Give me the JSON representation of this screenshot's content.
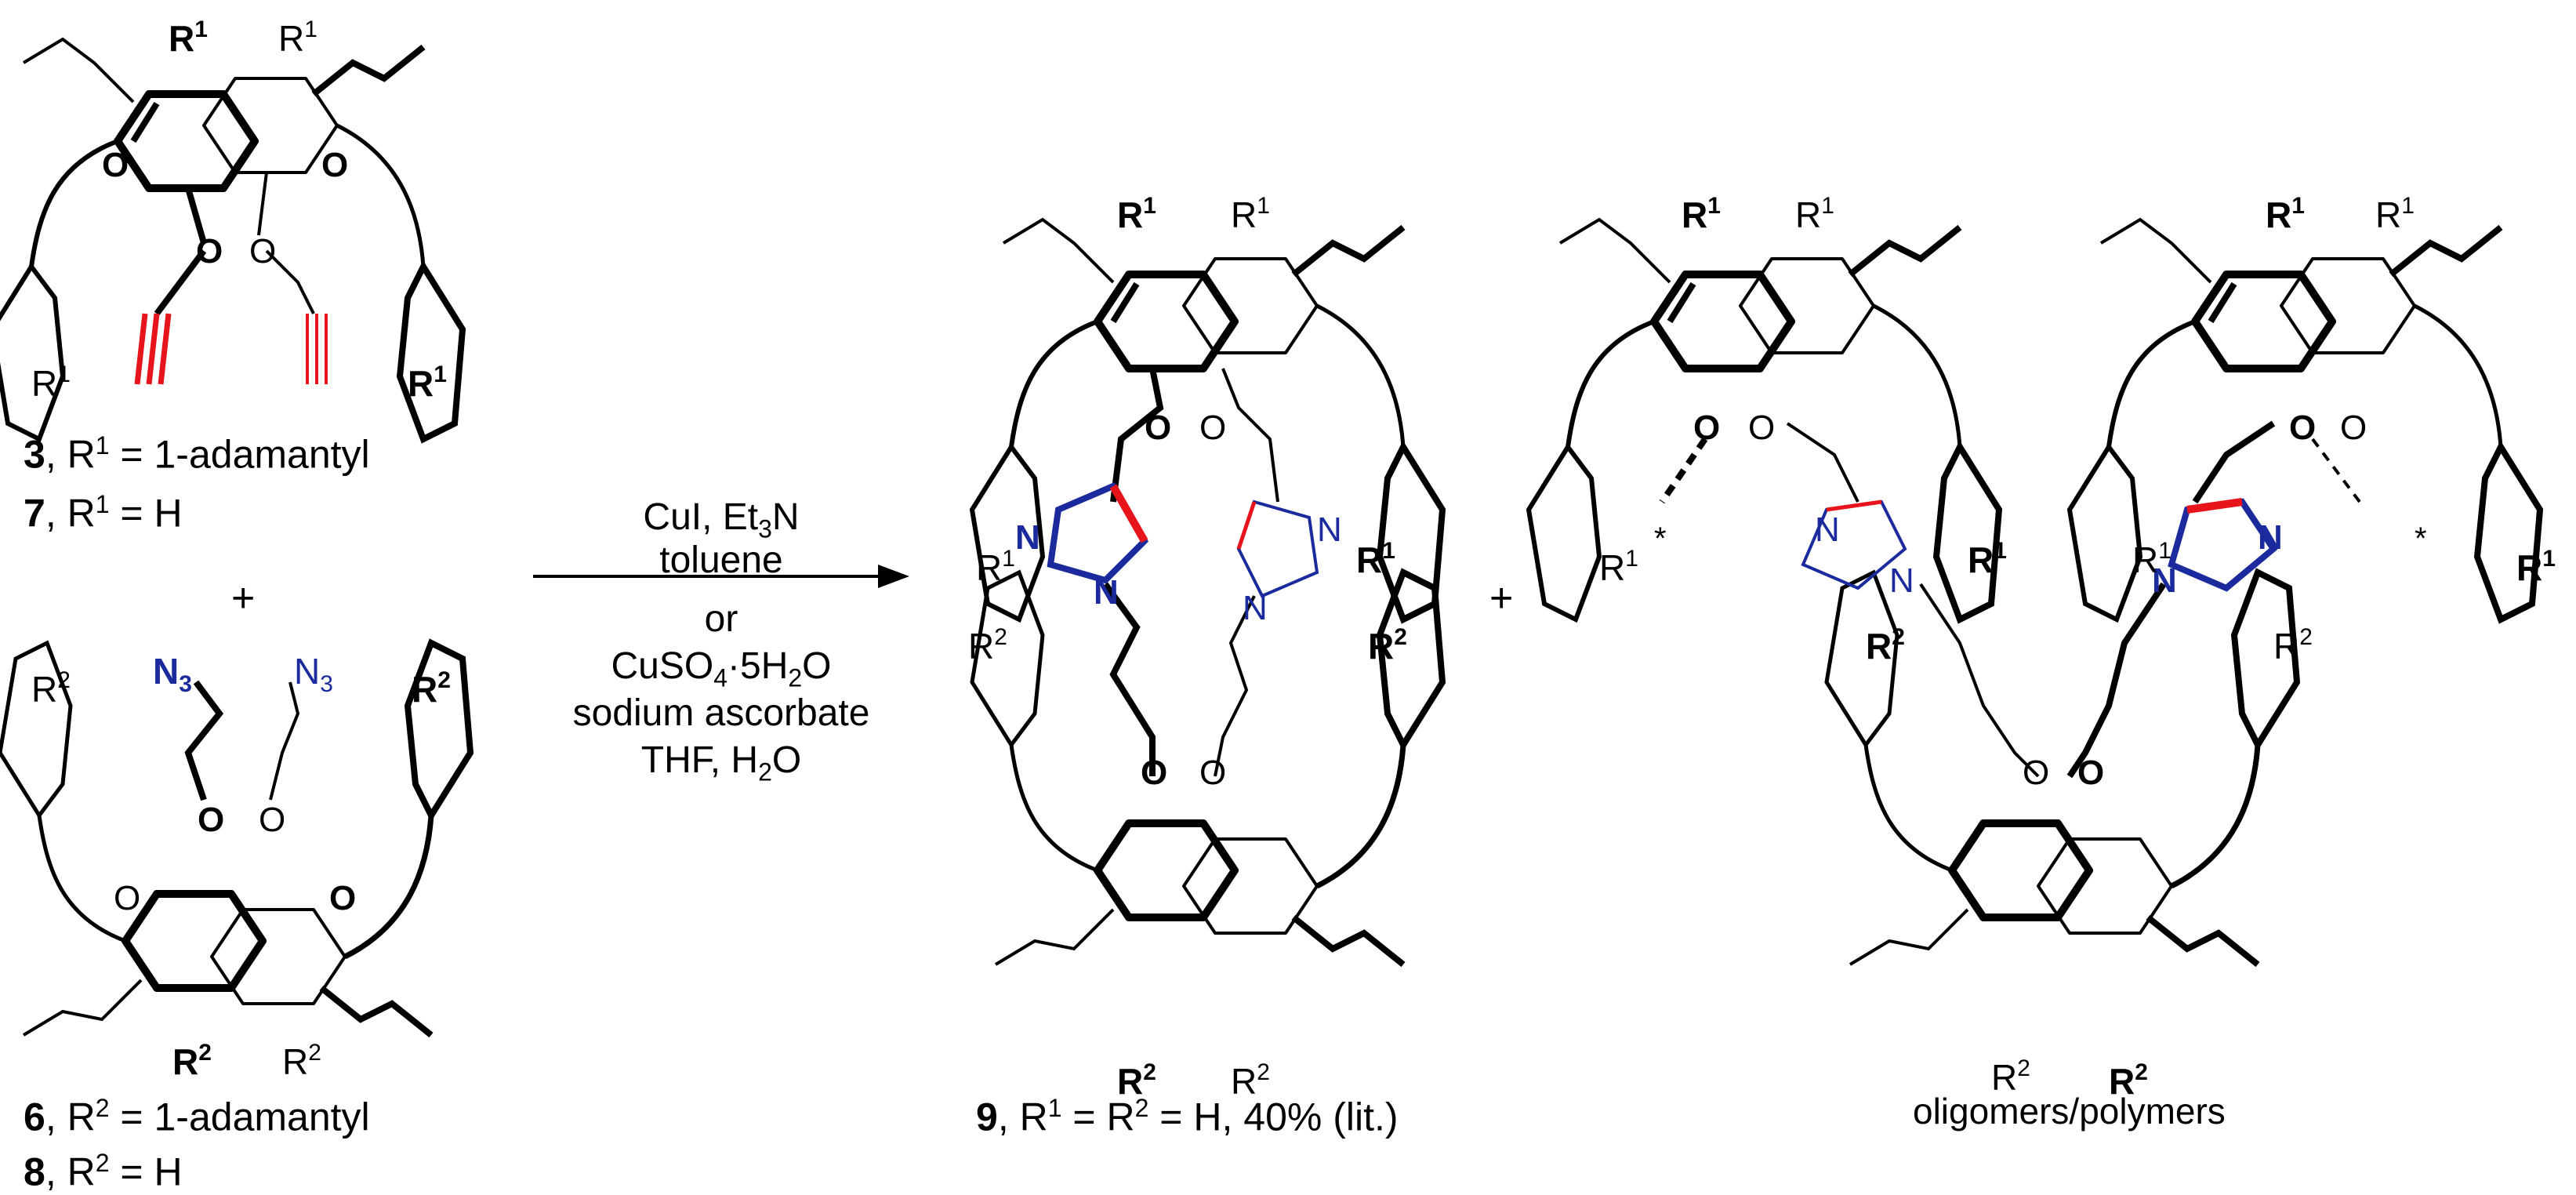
{
  "compounds": {
    "c3": {
      "num": "3",
      "text": ", R",
      "sup": "1",
      "rest": " = 1-adamantyl"
    },
    "c7": {
      "num": "7",
      "text": ", R",
      "sup": "1",
      "rest": " = H"
    },
    "c6": {
      "num": "6",
      "text": ", R",
      "sup": "2",
      "rest": " = 1-adamantyl"
    },
    "c8": {
      "num": "8",
      "text": ", R",
      "sup": "2",
      "rest": " = H"
    },
    "c9": {
      "num": "9",
      "text": ", R",
      "sup1": "1",
      "mid": " = R",
      "sup2": "2",
      "rest": " = H, 40% (lit.)"
    },
    "oligomers": "oligomers/polymers"
  },
  "plus_signs": [
    "+",
    "+"
  ],
  "conditions": {
    "line1": "CuI, Et",
    "line1_sub": "3",
    "line1_end": "N",
    "line2": "toluene",
    "line3": "or",
    "line4": "CuSO",
    "line4_sub": "4",
    "line4_end": "·5H",
    "line4_sub2": "2",
    "line4_end2": "O",
    "line5": "sodium ascorbate",
    "line6": "THF, H",
    "line6_sub": "2",
    "line6_end": "O"
  },
  "atom_labels": {
    "R": "R",
    "r1": "1",
    "r2": "2",
    "O": "O",
    "N": "N",
    "N3": "N",
    "N3_sub": "3",
    "asterisk": "*"
  },
  "colors": {
    "alkyne": "#e8141b",
    "azide": "#1b2a9c",
    "bond": "#000000"
  }
}
